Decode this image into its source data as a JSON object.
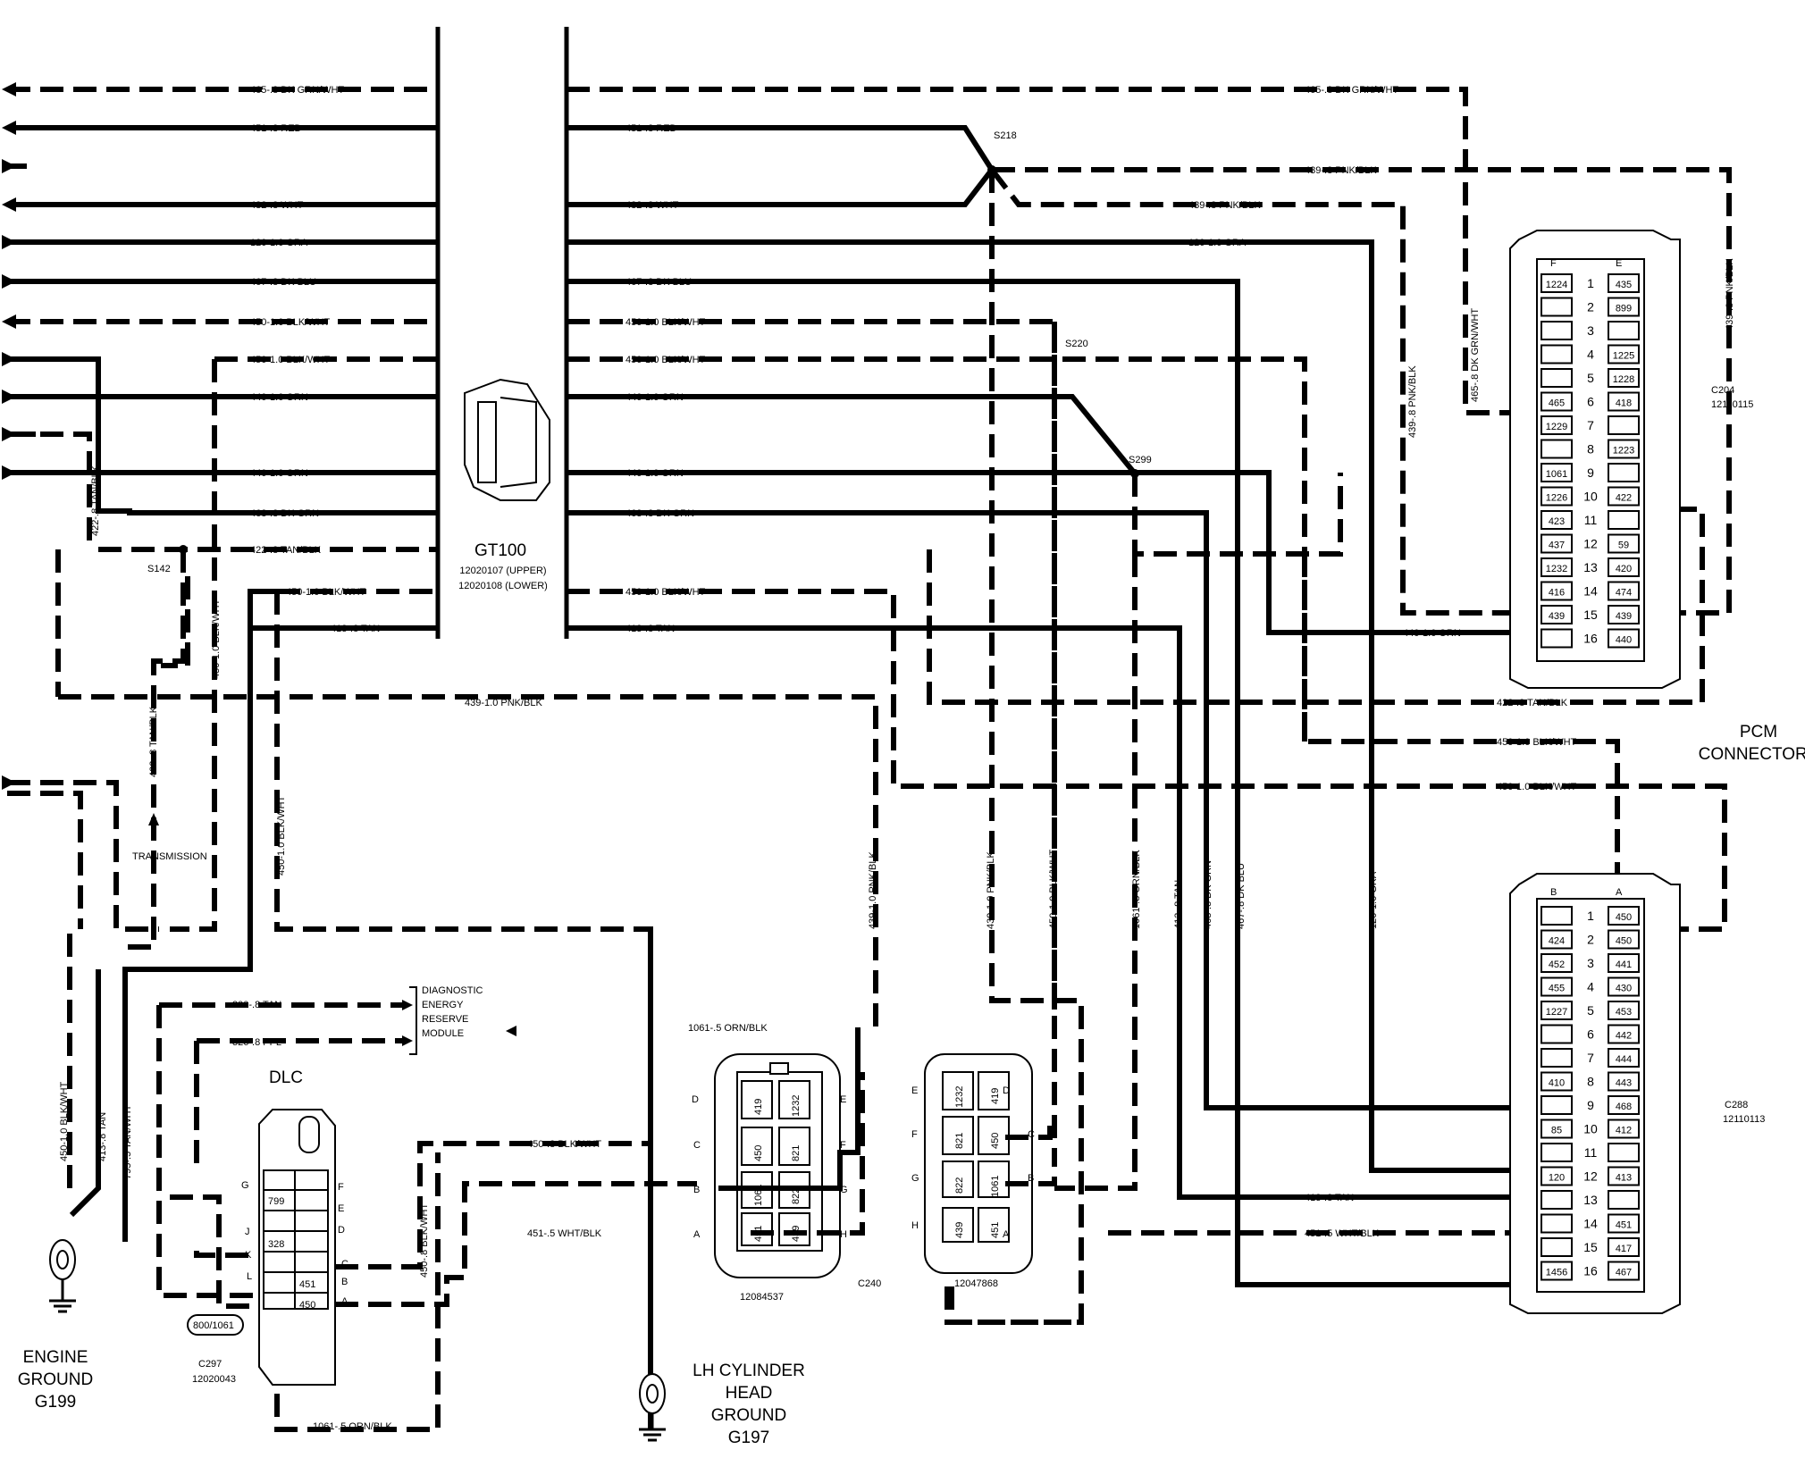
{
  "pcm": {
    "title_1": "PCM",
    "title_2": "CONNECTORS",
    "c204": {
      "name": "C204",
      "part": "12110115",
      "header_left": "F",
      "header_right": "E",
      "rows": [
        {
          "n": "1",
          "left": "1224",
          "right": "435"
        },
        {
          "n": "2",
          "left": "",
          "right": "899"
        },
        {
          "n": "3",
          "left": "",
          "right": ""
        },
        {
          "n": "4",
          "left": "",
          "right": "1225"
        },
        {
          "n": "5",
          "left": "",
          "right": "1228"
        },
        {
          "n": "6",
          "left": "465",
          "right": "418"
        },
        {
          "n": "7",
          "left": "1229",
          "right": ""
        },
        {
          "n": "8",
          "left": "",
          "right": "1223"
        },
        {
          "n": "9",
          "left": "1061",
          "right": ""
        },
        {
          "n": "10",
          "left": "1226",
          "right": "422"
        },
        {
          "n": "11",
          "left": "423",
          "right": ""
        },
        {
          "n": "12",
          "left": "437",
          "right": "59"
        },
        {
          "n": "13",
          "left": "1232",
          "right": "420"
        },
        {
          "n": "14",
          "left": "416",
          "right": "474"
        },
        {
          "n": "15",
          "left": "439",
          "right": "439"
        },
        {
          "n": "16",
          "left": "",
          "right": "440"
        }
      ]
    },
    "c288": {
      "name": "C288",
      "part": "12110113",
      "header_left": "B",
      "header_right": "A",
      "rows": [
        {
          "n": "1",
          "left": "",
          "right": "450"
        },
        {
          "n": "2",
          "left": "424",
          "right": "450"
        },
        {
          "n": "3",
          "left": "452",
          "right": "441"
        },
        {
          "n": "4",
          "left": "455",
          "right": "430"
        },
        {
          "n": "5",
          "left": "1227",
          "right": "453"
        },
        {
          "n": "6",
          "left": "",
          "right": "442"
        },
        {
          "n": "7",
          "left": "",
          "right": "444"
        },
        {
          "n": "8",
          "left": "410",
          "right": "443"
        },
        {
          "n": "9",
          "left": "",
          "right": "468"
        },
        {
          "n": "10",
          "left": "85",
          "right": "412"
        },
        {
          "n": "11",
          "left": "",
          "right": ""
        },
        {
          "n": "12",
          "left": "120",
          "right": "413"
        },
        {
          "n": "13",
          "left": "",
          "right": ""
        },
        {
          "n": "14",
          "left": "",
          "right": "451"
        },
        {
          "n": "15",
          "left": "",
          "right": "417"
        },
        {
          "n": "16",
          "left": "1456",
          "right": "467"
        }
      ]
    }
  },
  "gt100": {
    "name": "GT100",
    "upper": "12020107 (UPPER)",
    "lower": "12020108 (LOWER)"
  },
  "splices": {
    "s218": "S218",
    "s220": "S220",
    "s299": "S299",
    "s142": "S142"
  },
  "wires_left": [
    "465-.8 DK GRN/WHT",
    "451-.8 RED",
    "482-.8 WHT",
    "120-1.0 GRA",
    "467-.8 DK BLU",
    "450-1.0 BLK/WHT",
    "450-1.0 BLK/WHT",
    "440-1.0 ORN",
    "440-1.0 ORN",
    "468-.8 DK GRN",
    "422-.8 TAN/BLK",
    "450-1.0 BLK/WHT",
    "413-.8 TAN"
  ],
  "wires_right": [
    "465-.8 DK GRN/WHT",
    "451-.8 RED",
    "439-.8 PNK/BLK",
    "482-.8 WHT",
    "439-.8 PNK/BLK",
    "120-1.0 GRA",
    "467-.8 DK BLU",
    "450-1.0 BLK/WHT",
    "450-1.0 BLK/WHT",
    "440-1.0 ORN",
    "440-1.0 ORN",
    "468-.8 DK GRN",
    "450-1.0 BLK/WHT",
    "413-.8 TAN"
  ],
  "wires_pcm_bottom": [
    "440-1.0 ORN",
    "422-.8 TAN/BLK",
    "450-1.0 BLK/WHT",
    "450-1.0 BLK/WHT",
    "413-.8 TAN",
    "451-.5 WHT/BLK"
  ],
  "wires_vertical": [
    "465-.8 DK GRN/WHT",
    "439-.8 PNK/BLK",
    "439-.8 PNK/BLK",
    "422-.8 TAN/BLK",
    "450-1.0 BLK/WHT",
    "422-.8 TAN/BLK",
    "450-1.0 BLK/WHT",
    "439-1.0 PNK/BLK",
    "439-1.0 PNK/BLK",
    "450-1.0 BLK/WHT",
    "1061-.8 ORN/BLK",
    "413-.8 TAN",
    "468-.8 DK GRN",
    "467-.8 DK BLU",
    "120-1.0 GRA",
    "450-1.0 BLK/WHT",
    "413-.8 TAN",
    "795-.5 TAN/WHT",
    "450-.8 BLK/WHT"
  ],
  "wires_misc": [
    "439-1.0 PNK/BLK",
    "800-.8 TAN",
    "326-.8 PPL",
    "1061-.5 ORN/BLK",
    "450-.8 BLK/WHT",
    "451-.5 WHT/BLK",
    "1061-.5 ORN/BLK"
  ],
  "transmission": "TRANSMISSION",
  "derm": {
    "line1": "DIAGNOSTIC",
    "line2": "ENERGY",
    "line3": "RESERVE",
    "line4": "MODULE"
  },
  "dlc": {
    "title": "DLC",
    "name": "C297",
    "part": "12020043",
    "cavities_left": [
      "G",
      "J",
      "K",
      "L"
    ],
    "cavities_right": [
      "F",
      "E",
      "D",
      "C",
      "B",
      "A"
    ],
    "pins": [
      "799",
      "328",
      "451",
      "450"
    ],
    "tag": "800/1061"
  },
  "c240": {
    "name": "C240",
    "part": "12084537",
    "rows_left": [
      "D",
      "C",
      "B",
      "A"
    ],
    "rows_right": [
      "E",
      "F",
      "G",
      "H"
    ],
    "pins": [
      [
        "419",
        "1232"
      ],
      [
        "450",
        "821"
      ],
      [
        "1061",
        "822"
      ],
      [
        "451",
        "439"
      ]
    ]
  },
  "c240b": {
    "part": "12047868",
    "rows_left": [
      "E",
      "F",
      "G",
      "H"
    ],
    "rows_right": [
      "D",
      "C",
      "B",
      "A"
    ],
    "pins": [
      [
        "1232",
        "419"
      ],
      [
        "821",
        "450"
      ],
      [
        "822",
        "1061"
      ],
      [
        "439",
        "451"
      ]
    ]
  },
  "grounds": {
    "engine": {
      "l1": "ENGINE",
      "l2": "GROUND",
      "l3": "G199"
    },
    "lh": {
      "l1": "LH CYLINDER",
      "l2": "HEAD",
      "l3": "GROUND",
      "l4": "G197"
    }
  }
}
